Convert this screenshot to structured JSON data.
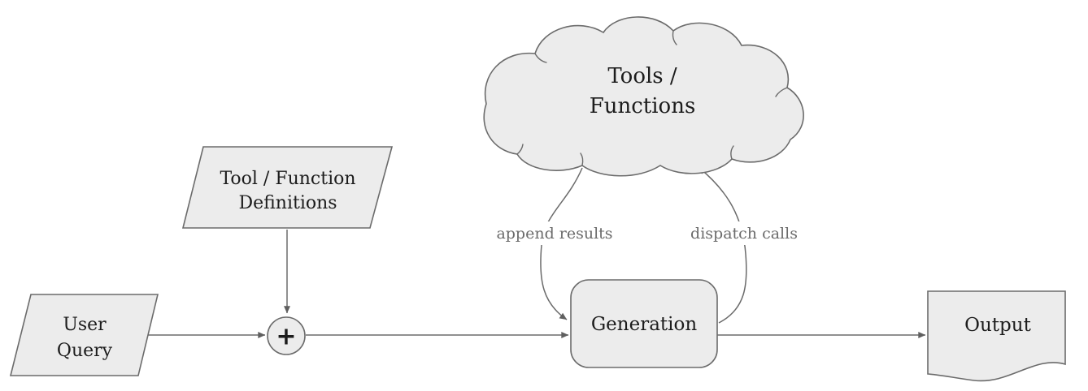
{
  "diagram": {
    "nodes": {
      "tools_cloud": {
        "line1": "Tools /",
        "line2": "Functions"
      },
      "definitions": {
        "line1": "Tool / Function",
        "line2": "Definitions"
      },
      "user_query": {
        "line1": "User",
        "line2": "Query"
      },
      "combine": {
        "label": "+"
      },
      "generation": {
        "label": "Generation"
      },
      "output": {
        "label": "Output"
      }
    },
    "edge_labels": {
      "append_results": "append results",
      "dispatch_calls": "dispatch calls"
    },
    "colors": {
      "background": "#ffffff",
      "shape_fill": "#ececec",
      "shape_stroke": "#6b6b6b",
      "node_text": "#1c1c1c",
      "edge_label_text": "#6b6b6b"
    }
  }
}
